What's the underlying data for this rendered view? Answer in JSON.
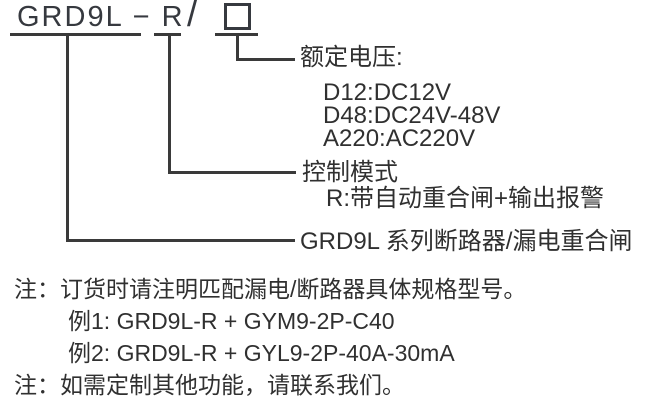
{
  "colors": {
    "text": "#303030",
    "line": "#3a3a3a",
    "background": "#ffffff"
  },
  "model": {
    "code": "GRD9L − R",
    "separator": "/",
    "placeholder_symbol": "□"
  },
  "callouts": {
    "rated_voltage": {
      "label": "额定电压:",
      "options": [
        "D12:DC12V",
        "D48:DC24V-48V",
        "A220:AC220V"
      ]
    },
    "control_mode": {
      "label": "控制模式",
      "options": [
        "R:带自动重合闸+输出报警"
      ]
    },
    "series": {
      "label": "GRD9L 系列断路器/漏电重合闸"
    }
  },
  "notes": [
    "注：订货时请注明匹配漏电/断路器具体规格型号。",
    "例1: GRD9L-R + GYM9-2P-C40",
    "例2: GRD9L-R + GYL9-2P-40A-30mA",
    "注：如需定制其他功能，请联系我们。"
  ]
}
